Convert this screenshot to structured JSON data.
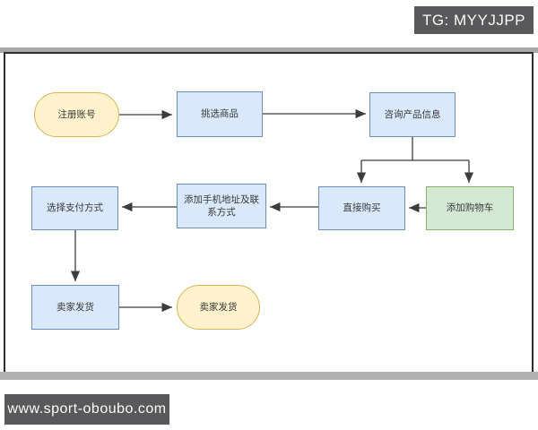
{
  "badges": {
    "telegram": "TG: MYYJJPP",
    "website": "www.sport-oboubo.com"
  },
  "palette": {
    "badge_background": "#59595b",
    "process_fill": "#dae8fc",
    "process_border": "#6c8ebf",
    "terminator_fill": "#fff2cc",
    "terminator_border": "#d6b656",
    "cart_fill": "#d5e8d4",
    "cart_border": "#82b366",
    "arrow_color": "#3c3c3c"
  },
  "diagram": {
    "type": "flowchart",
    "nodes": [
      {
        "id": "register",
        "label": "注册账号",
        "shape": "terminator",
        "fill": "#fff2cc"
      },
      {
        "id": "pick-goods",
        "label": "挑选商品",
        "shape": "process",
        "fill": "#dae8fc"
      },
      {
        "id": "inquire-info",
        "label": "咨询产品信息",
        "shape": "process",
        "fill": "#dae8fc"
      },
      {
        "id": "direct-buy",
        "label": "直接购买",
        "shape": "process",
        "fill": "#dae8fc"
      },
      {
        "id": "add-to-cart",
        "label": "添加购物车",
        "shape": "process",
        "fill": "#d5e8d4"
      },
      {
        "id": "add-address",
        "label": "添加手机地址及联系方式",
        "shape": "process",
        "fill": "#dae8fc"
      },
      {
        "id": "choose-payment",
        "label": "选择支付方式",
        "shape": "process",
        "fill": "#dae8fc"
      },
      {
        "id": "seller-ship",
        "label": "卖家发货",
        "shape": "process",
        "fill": "#dae8fc"
      },
      {
        "id": "seller-ship-end",
        "label": "卖家发货",
        "shape": "terminator",
        "fill": "#fff2cc"
      }
    ],
    "edges": [
      {
        "from": "register",
        "to": "pick-goods"
      },
      {
        "from": "pick-goods",
        "to": "inquire-info"
      },
      {
        "from": "inquire-info",
        "to": "direct-buy"
      },
      {
        "from": "inquire-info",
        "to": "add-to-cart"
      },
      {
        "from": "add-to-cart",
        "to": "direct-buy"
      },
      {
        "from": "direct-buy",
        "to": "add-address"
      },
      {
        "from": "add-address",
        "to": "choose-payment"
      },
      {
        "from": "choose-payment",
        "to": "seller-ship"
      },
      {
        "from": "seller-ship",
        "to": "seller-ship-end"
      }
    ]
  }
}
